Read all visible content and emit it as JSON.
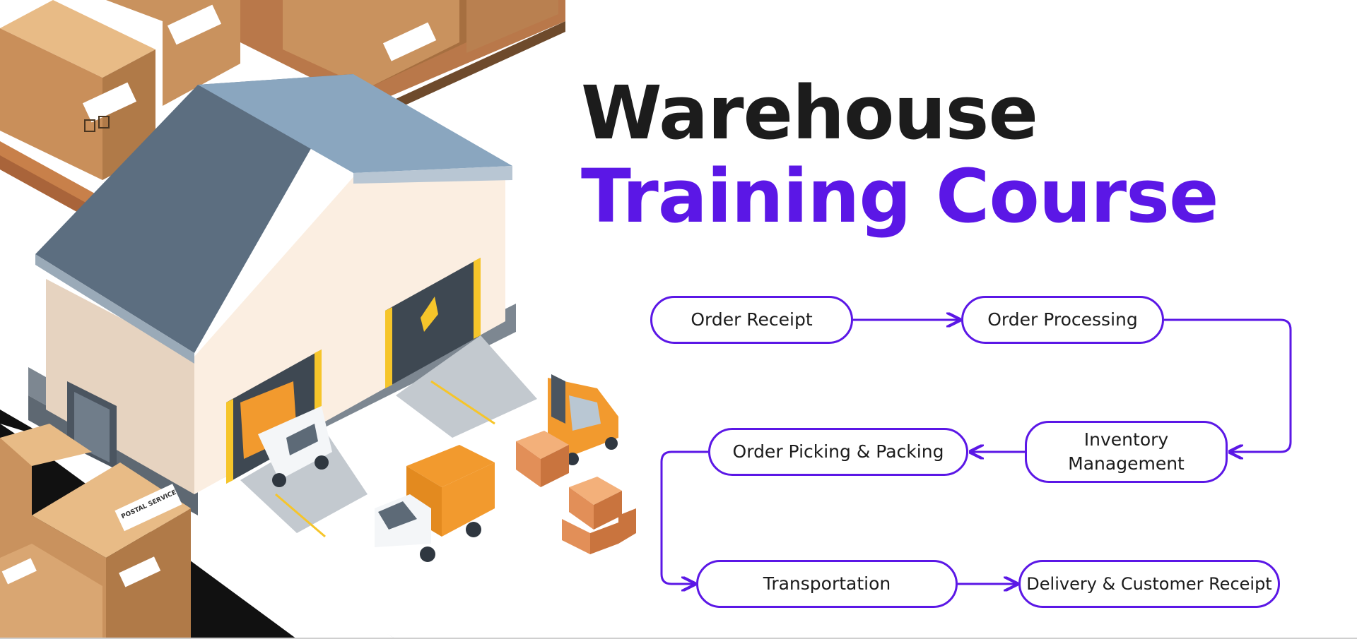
{
  "title": {
    "line1": "Warehouse",
    "line2": "Training Course"
  },
  "flow": {
    "steps": [
      {
        "id": "order-receipt",
        "label": "Order Receipt"
      },
      {
        "id": "order-processing",
        "label": "Order Processing"
      },
      {
        "id": "inventory-management",
        "label": "Inventory\nManagement"
      },
      {
        "id": "order-picking",
        "label": "Order Picking & Packing"
      },
      {
        "id": "transportation",
        "label": "Transportation"
      },
      {
        "id": "delivery",
        "label": "Delivery & Customer Receipt"
      }
    ]
  },
  "colors": {
    "accent": "#5b17e6",
    "title_dark": "#1c1c1c",
    "roof": "#5a6b7e",
    "wall": "#f2e3d2",
    "box": "#d09a66",
    "orange": "#f29a2e",
    "stripe": "#f6c52a"
  },
  "illustration": {
    "icons": [
      "warehouse-icon",
      "truck-icon",
      "forklift-icon",
      "cardboard-box-icon",
      "wooden-crate-icon",
      "pallet-icon"
    ],
    "box_label": "POSTAL SERVICE"
  }
}
